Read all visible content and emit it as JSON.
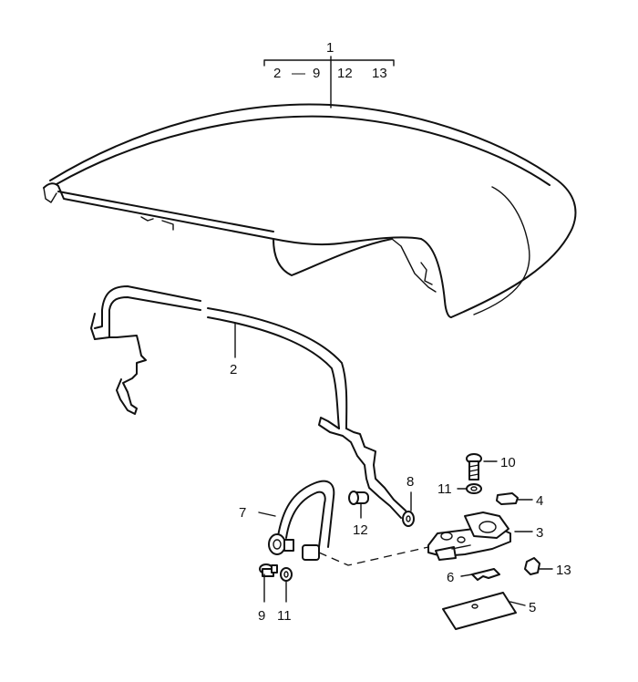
{
  "header": {
    "main_label": "1",
    "sub_labels": [
      "2",
      "9",
      "12",
      "13"
    ],
    "range_dash": "—"
  },
  "callouts": {
    "bow": "2",
    "bracket": "3",
    "clip": "4",
    "plate": "5",
    "shim": "6",
    "strap": "7",
    "washer_8": "8",
    "bolt_9": "9",
    "screw_10": "10",
    "washer_11_top": "11",
    "washer_11_bottom": "11",
    "pin_12": "12",
    "nut_13": "13"
  }
}
